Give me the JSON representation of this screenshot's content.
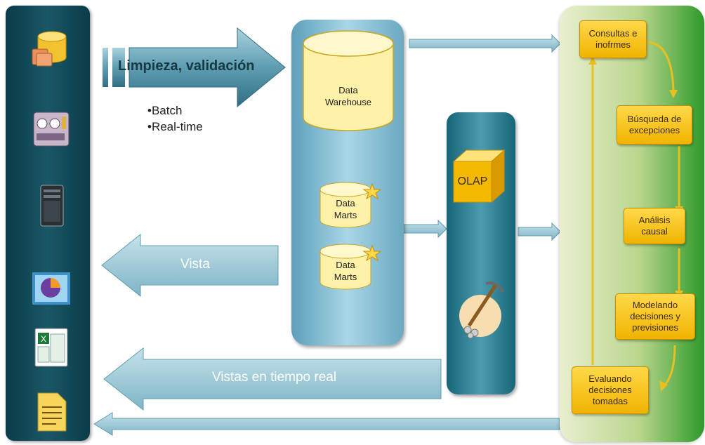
{
  "sources": {
    "icons": [
      "database-icon",
      "control-panel-icon",
      "server-icon",
      "chart-icon",
      "excel-icon",
      "document-icon"
    ]
  },
  "etl": {
    "label": "Limpieza, validación",
    "bullets": [
      "•Batch",
      "•Real-time"
    ]
  },
  "warehouse": {
    "title_line1": "Data",
    "title_line2": "Warehouse",
    "marts": [
      {
        "line1": "Data",
        "line2": "Marts"
      },
      {
        "line1": "Data",
        "line2": "Marts"
      }
    ]
  },
  "olap": {
    "label": "OLAP",
    "mining_icon": "pickaxe-icon"
  },
  "return_arrows": {
    "vista": "Vista",
    "realtime": "Vistas en tiempo real"
  },
  "decision_steps": [
    {
      "line1": "Consultas e",
      "line2": "inofrmes"
    },
    {
      "line1": "Búsqueda de",
      "line2": "excepciones"
    },
    {
      "line1": "Análisis",
      "line2": "causal"
    },
    {
      "line1": "Modelando",
      "line2": "decisiones y",
      "line3": "previsiones"
    },
    {
      "line1": "Evaluando",
      "line2": "decisiones",
      "line3": "tomadas"
    }
  ],
  "colors": {
    "source_panel": "#0b3b48",
    "warehouse_panel": "#a9d6e6",
    "olap_panel": "#166577",
    "step_fill": "#ffd84a",
    "cylinder_fill": "#fff2a8",
    "arrow_fill": "#6fa9bb"
  }
}
